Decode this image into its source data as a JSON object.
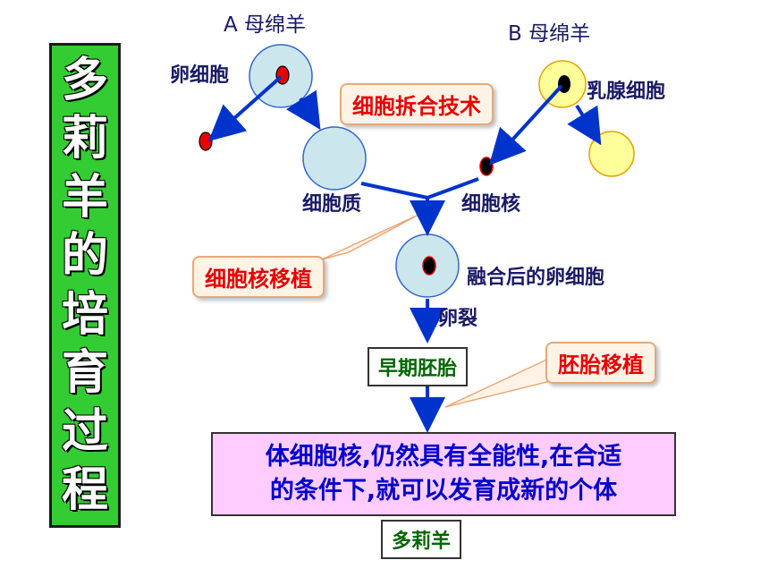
{
  "title_chars": [
    "多",
    "莉",
    "羊",
    "的",
    "培",
    "育",
    "过",
    "程"
  ],
  "labels": {
    "sheep_a": "A 母绵羊",
    "sheep_b": "B 母绵羊",
    "egg_cell": "卵细胞",
    "mammary_cell": "乳腺细胞",
    "cytoplasm": "细胞质",
    "nucleus": "细胞核",
    "fused_egg": "融合后的卵细胞",
    "cleavage": "卵裂"
  },
  "callouts": {
    "cell_fusion": "细胞拆合技术",
    "nuclear_transfer": "细胞核移植",
    "embryo_transfer": "胚胎移植"
  },
  "boxes": {
    "early_embryo": "早期胚胎",
    "dolly": "多莉羊"
  },
  "conclusion": {
    "line1": "体细胞核,仍然具有全能性,在合适",
    "line2": "的条件下,就可以发育成新的个体"
  },
  "colors": {
    "title_bg": "#33cc33",
    "arrow": "#0033cc",
    "egg_fill": "#cce6ee",
    "mammary_fill": "#ffff99",
    "nucleus_red": "#e60000",
    "callout_text": "#e60000",
    "conclusion_bg": "#ffccff",
    "conclusion_text": "#0000cc",
    "box_text": "#006600"
  }
}
